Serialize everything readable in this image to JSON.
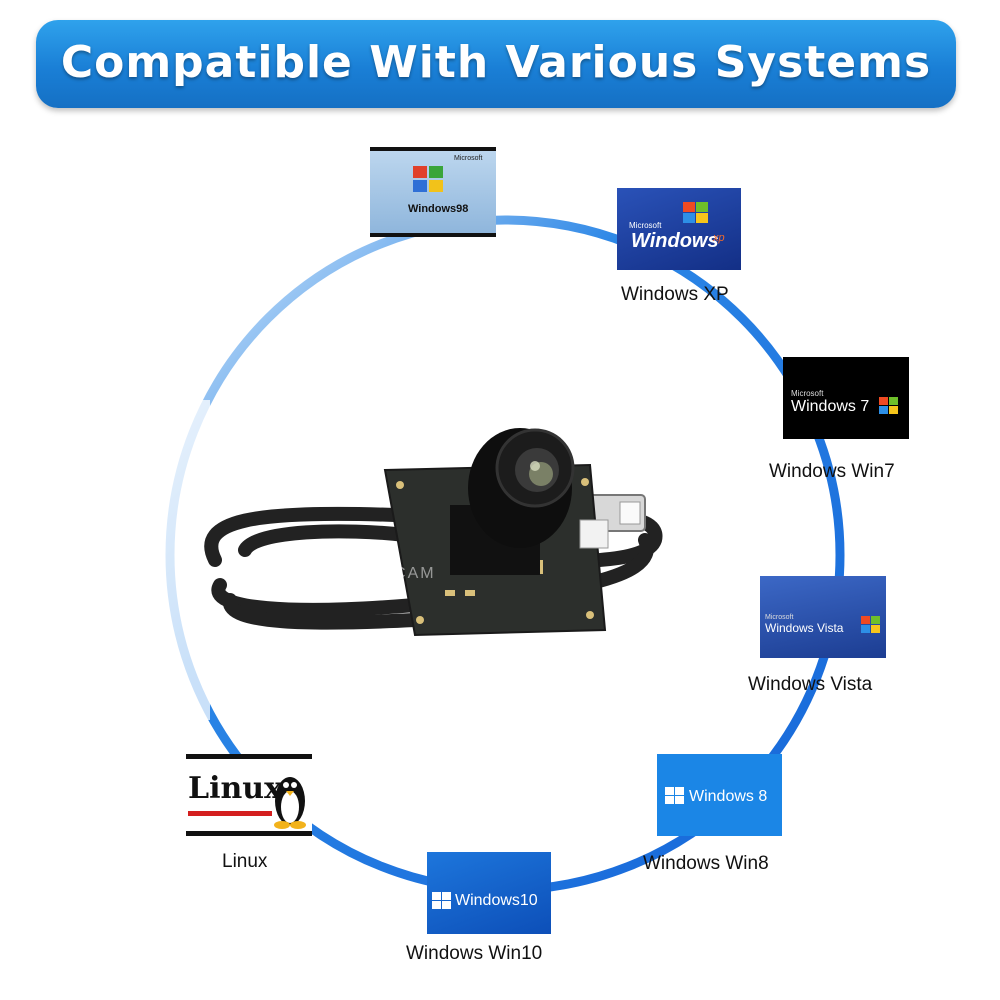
{
  "banner": {
    "title": "Compatible With Various Systems"
  },
  "systems": {
    "win98": {
      "brand": "Microsoft",
      "logo_text": "Windows98",
      "caption": ""
    },
    "winxp": {
      "brand": "Microsoft",
      "logo_text": "Windows",
      "suffix": "xp",
      "caption": "Windows XP"
    },
    "win7": {
      "brand": "Microsoft",
      "logo_text": "Windows 7",
      "caption": "Windows Win7"
    },
    "vista": {
      "brand": "Microsoft",
      "logo_text": "Windows Vista",
      "caption": "Windows Vista"
    },
    "win8": {
      "logo_text": "Windows 8",
      "caption": "Windows Win8"
    },
    "win10": {
      "logo_text": "Windows10",
      "caption": "Windows Win10"
    },
    "linux": {
      "logo_text": "Linux",
      "caption": "Linux"
    }
  },
  "camera": {
    "watermark": "NEOCOOLCAM"
  },
  "colors": {
    "ring": "#1e7ee0",
    "banner": "#1a7fd6",
    "xp_bg": "#1d3f9c",
    "win8_bg": "#1b86e6",
    "win10_bg": "#0f5fcf"
  }
}
